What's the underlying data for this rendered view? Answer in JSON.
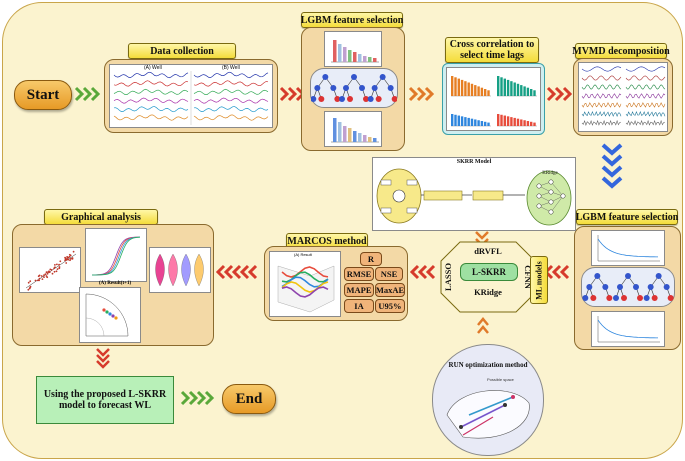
{
  "start": {
    "label": "Start"
  },
  "end": {
    "label": "End"
  },
  "steps": {
    "data_collection": "Data collection",
    "lgbm_top": "LGBM feature selection",
    "cross_corr_line1": "Cross correlation to",
    "cross_corr_line2": "select time lags",
    "mvmd": "MVMD decomposition",
    "lgbm_right": "LGBM feature selection",
    "graphical": "Graphical analysis",
    "marcos": "MARCOS method",
    "skrr_model": "SKRR Model",
    "kridge_sub": "KRidge",
    "ml_models": "ML models",
    "run": "RUN optimization method",
    "final_line1": "Using the proposed L-SKRR",
    "final_line2": "model to forecast WL"
  },
  "ml_models": {
    "top": "dRVFL",
    "left": "LASSO",
    "center": "L-SKRR",
    "right": "CFNN",
    "bottom": "KRidge"
  },
  "metrics": [
    "R",
    "RMSE",
    "NSE",
    "MAPE",
    "MaxAE",
    "IA",
    "U95%"
  ],
  "thumb_text": {
    "dc_left": "(A) Well",
    "dc_right": "(B) Well",
    "graph_title": "(A) Result(t+1)",
    "marcos_plot": "(A) Result",
    "run_plot": "Possible space"
  },
  "colors": {
    "panel": "#f3d9a6",
    "outer": "#fbf3cf",
    "tag": "#f4dc3a",
    "arrow_red": "#d63b2c",
    "arrow_green": "#5aa83a",
    "arrow_blue": "#3366dd",
    "center_green": "#9ee0a2",
    "final_box": "#b8f0b8"
  }
}
